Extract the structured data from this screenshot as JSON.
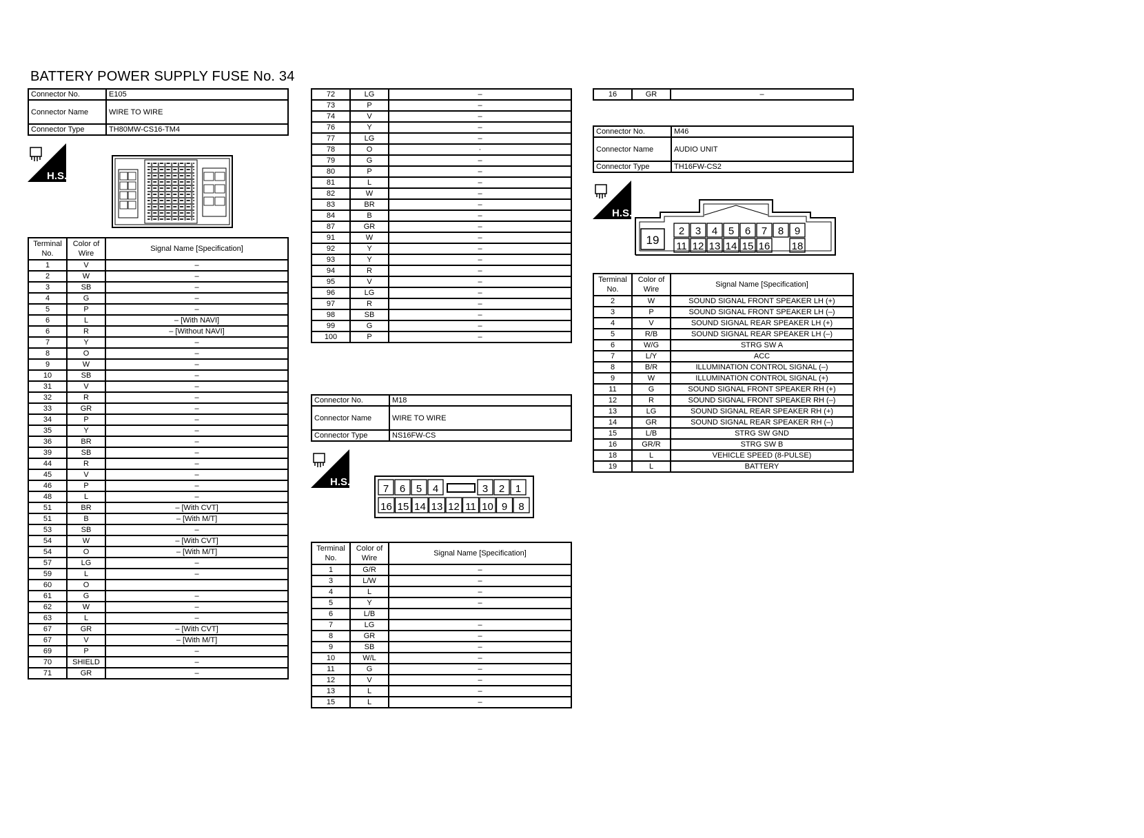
{
  "title": "BATTERY POWER SUPPLY FUSE No. 34",
  "labels": {
    "connector_no": "Connector No.",
    "connector_name": "Connector Name",
    "connector_type": "Connector Type",
    "terminal_no": "Terminal No.",
    "color_of_wire": "Color of Wire",
    "signal_name": "Signal Name [Specification]",
    "hs": "H.S."
  },
  "e105": {
    "connector_no": "E105",
    "connector_name": "WIRE TO WIRE",
    "connector_type": "TH80MW-CS16-TM4",
    "rows": [
      [
        "1",
        "V",
        "–"
      ],
      [
        "2",
        "W",
        "–"
      ],
      [
        "3",
        "SB",
        "–"
      ],
      [
        "4",
        "G",
        "–"
      ],
      [
        "5",
        "P",
        "–"
      ],
      [
        "6",
        "L",
        "– [With NAVI]"
      ],
      [
        "6",
        "R",
        "– [Without NAVI]"
      ],
      [
        "7",
        "Y",
        "–"
      ],
      [
        "8",
        "O",
        "–"
      ],
      [
        "9",
        "W",
        "–"
      ],
      [
        "10",
        "SB",
        "–"
      ],
      [
        "31",
        "V",
        "–"
      ],
      [
        "32",
        "R",
        "–"
      ],
      [
        "33",
        "GR",
        "–"
      ],
      [
        "34",
        "P",
        "–"
      ],
      [
        "35",
        "Y",
        "–"
      ],
      [
        "36",
        "BR",
        "–"
      ],
      [
        "39",
        "SB",
        "–"
      ],
      [
        "44",
        "R",
        "–"
      ],
      [
        "45",
        "V",
        "–"
      ],
      [
        "46",
        "P",
        "–"
      ],
      [
        "48",
        "L",
        "–"
      ],
      [
        "51",
        "BR",
        "– [With CVT]"
      ],
      [
        "51",
        "B",
        "– [With M/T]"
      ],
      [
        "53",
        "SB",
        "–"
      ],
      [
        "54",
        "W",
        "– [With CVT]"
      ],
      [
        "54",
        "O",
        "– [With M/T]"
      ],
      [
        "57",
        "LG",
        "–"
      ],
      [
        "59",
        "L",
        "–"
      ],
      [
        "60",
        "O",
        ""
      ],
      [
        "61",
        "G",
        "–"
      ],
      [
        "62",
        "W",
        "–"
      ],
      [
        "63",
        "L",
        "–"
      ],
      [
        "67",
        "GR",
        "– [With CVT]"
      ],
      [
        "67",
        "V",
        "– [With M/T]"
      ],
      [
        "69",
        "P",
        "–"
      ],
      [
        "70",
        "SHIELD",
        "–"
      ],
      [
        "71",
        "GR",
        "–"
      ]
    ],
    "rows_cont": [
      [
        "72",
        "LG",
        "–"
      ],
      [
        "73",
        "P",
        "–"
      ],
      [
        "74",
        "V",
        "–"
      ],
      [
        "76",
        "Y",
        "–"
      ],
      [
        "77",
        "LG",
        "–"
      ],
      [
        "78",
        "O",
        "·"
      ],
      [
        "79",
        "G",
        "–"
      ],
      [
        "80",
        "P",
        "–"
      ],
      [
        "81",
        "L",
        "–"
      ],
      [
        "82",
        "W",
        "–"
      ],
      [
        "83",
        "BR",
        "–"
      ],
      [
        "84",
        "B",
        "–"
      ],
      [
        "87",
        "GR",
        "–"
      ],
      [
        "91",
        "W",
        "–"
      ],
      [
        "92",
        "Y",
        "–"
      ],
      [
        "93",
        "Y",
        "–"
      ],
      [
        "94",
        "R",
        "–"
      ],
      [
        "95",
        "V",
        "–"
      ],
      [
        "96",
        "LG",
        "–"
      ],
      [
        "97",
        "R",
        "–"
      ],
      [
        "98",
        "SB",
        "–"
      ],
      [
        "99",
        "G",
        "–"
      ],
      [
        "100",
        "P",
        "–"
      ]
    ]
  },
  "m18": {
    "connector_no": "M18",
    "connector_name": "WIRE TO WIRE",
    "connector_type": "NS16FW-CS",
    "pins_top": [
      "7",
      "6",
      "5",
      "4",
      "",
      "3",
      "2",
      "1"
    ],
    "pins_bottom": [
      "16",
      "15",
      "14",
      "13",
      "12",
      "11",
      "10",
      "9",
      "8"
    ],
    "rows": [
      [
        "1",
        "G/R",
        "–"
      ],
      [
        "3",
        "L/W",
        "–"
      ],
      [
        "4",
        "L",
        "–"
      ],
      [
        "5",
        "Y",
        "–"
      ],
      [
        "6",
        "L/B",
        ""
      ],
      [
        "7",
        "LG",
        "–"
      ],
      [
        "8",
        "GR",
        "–"
      ],
      [
        "9",
        "SB",
        "–"
      ],
      [
        "10",
        "W/L",
        "–"
      ],
      [
        "11",
        "G",
        "–"
      ],
      [
        "12",
        "V",
        "–"
      ],
      [
        "13",
        "L",
        "–"
      ],
      [
        "15",
        "L",
        "–"
      ]
    ],
    "rows_cont": [
      [
        "16",
        "GR",
        "–"
      ]
    ]
  },
  "m46": {
    "connector_no": "M46",
    "connector_name": "AUDIO UNIT",
    "connector_type": "TH16FW-CS2",
    "pins_top": [
      "2",
      "3",
      "4",
      "5",
      "6",
      "7",
      "8",
      "9"
    ],
    "pins_bottom": [
      "11",
      "12",
      "13",
      "14",
      "15",
      "16",
      "",
      "18"
    ],
    "pin_left": "19",
    "rows": [
      [
        "2",
        "W",
        "SOUND SIGNAL FRONT SPEAKER LH (+)"
      ],
      [
        "3",
        "P",
        "SOUND SIGNAL FRONT SPEAKER LH (–)"
      ],
      [
        "4",
        "V",
        "SOUND SIGNAL REAR SPEAKER LH (+)"
      ],
      [
        "5",
        "R/B",
        "SOUND SIGNAL REAR SPEAKER LH (–)"
      ],
      [
        "6",
        "W/G",
        "STRG SW A"
      ],
      [
        "7",
        "L/Y",
        "ACC"
      ],
      [
        "8",
        "B/R",
        "ILLUMINATION CONTROL SIGNAL (–)"
      ],
      [
        "9",
        "W",
        "ILLUMINATION CONTROL SIGNAL (+)"
      ],
      [
        "11",
        "G",
        "SOUND SIGNAL FRONT SPEAKER RH (+)"
      ],
      [
        "12",
        "R",
        "SOUND SIGNAL FRONT SPEAKER RH (–)"
      ],
      [
        "13",
        "LG",
        "SOUND SIGNAL REAR SPEAKER RH (+)"
      ],
      [
        "14",
        "GR",
        "SOUND SIGNAL REAR SPEAKER RH (–)"
      ],
      [
        "15",
        "L/B",
        "STRG SW GND"
      ],
      [
        "16",
        "GR/R",
        "STRG SW B"
      ],
      [
        "18",
        "L",
        "VEHICLE SPEED (8-PULSE)"
      ],
      [
        "19",
        "L",
        "BATTERY"
      ]
    ]
  }
}
